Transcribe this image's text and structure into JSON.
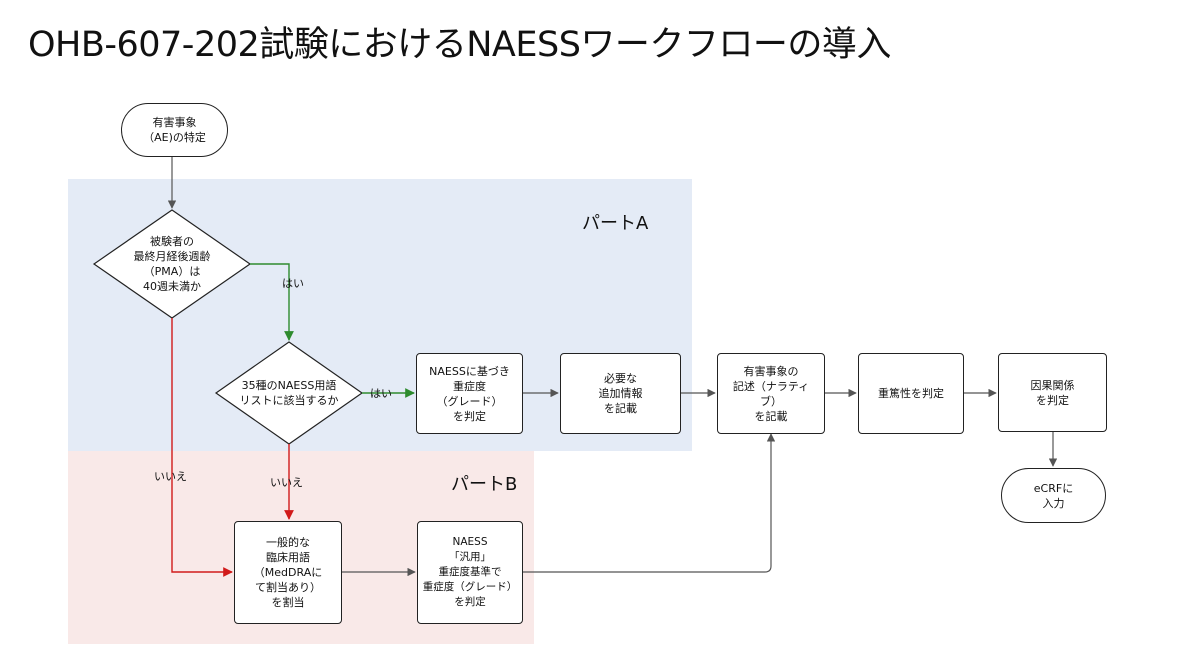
{
  "title": "OHB-607-202試験におけるNAESSワークフローの導入",
  "regions": {
    "part_a": "パートA",
    "part_b": "パートB"
  },
  "colors": {
    "part_a_bg": "#e4ebf6",
    "part_b_bg": "#f9e9e8",
    "yes_edge": "#2e8b2e",
    "no_edge": "#d11a1a",
    "default_edge": "#555555"
  },
  "nodes": {
    "start": "有害事象\n（AE)の特定",
    "pma": "被験者の\n最終月経後週齢\n（PMA）は\n40週未満か",
    "naess_list": "35種のNAESS用語\nリストに該当するか",
    "naess_grade": "NAESSに基づき\n重症度\n（グレード）\nを判定",
    "extra_info": "必要な\n追加情報\nを記載",
    "narrative": "有害事象の\n記述（ナラティブ）\nを記載",
    "seriousness": "重篤性を判定",
    "causality": "因果関係\nを判定",
    "ecrf": "eCRFに\n入力",
    "general_term": "一般的な\n臨床用語\n（MedDRAに\nて割当あり）\nを割当",
    "generic_grade": "NAESS\n「汎用」\n重症度基準で\n重症度（グレード）\nを判定"
  },
  "edge_labels": {
    "yes1": "はい",
    "yes2": "はい",
    "no1": "いいえ",
    "no2": "いいえ"
  }
}
